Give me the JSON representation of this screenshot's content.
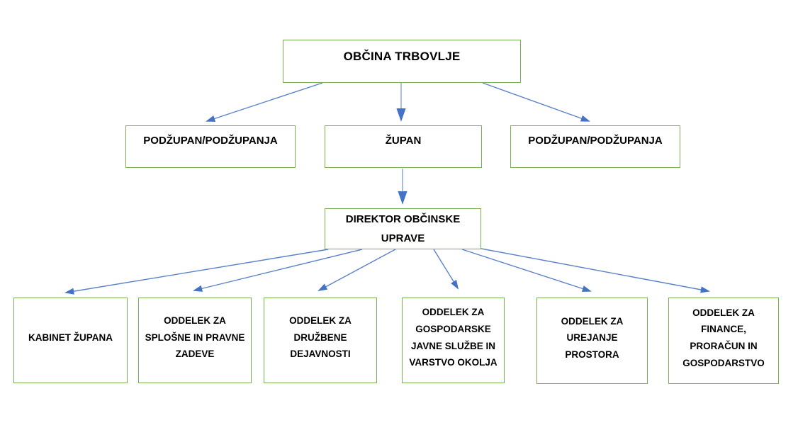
{
  "colors": {
    "background": "#ffffff",
    "box_border": "#79AF53",
    "box_fill": "#ffffff",
    "text": "#000000",
    "arrow_stroke": "#5B82C9",
    "arrow_stroke_light": "#A9BEE2",
    "arrow_head": "#4472C4"
  },
  "org_chart": {
    "root": {
      "label": "OBČINA TRBOVLJE"
    },
    "level2": [
      {
        "label": "PODŽUPAN/PODŽUPANJA"
      },
      {
        "label": "ŽUPAN"
      },
      {
        "label": "PODŽUPAN/PODŽUPANJA"
      }
    ],
    "level3": {
      "label": "DIREKTOR OBČINSKE UPRAVE"
    },
    "level4": [
      {
        "label": "KABINET ŽUPANA"
      },
      {
        "label": "ODDELEK ZA SPLOŠNE IN PRAVNE ZADEVE"
      },
      {
        "label": "ODDELEK ZA DRUŽBENE DEJAVNOSTI"
      },
      {
        "label": "ODDELEK ZA GOSPODARSKE JAVNE SLUŽBE IN VARSTVO OKOLJA"
      },
      {
        "label": "ODDELEK ZA UREJANJE PROSTORA"
      },
      {
        "label": "ODDELEK ZA FINANCE, PRORAČUN IN GOSPODARSTVO"
      }
    ]
  }
}
